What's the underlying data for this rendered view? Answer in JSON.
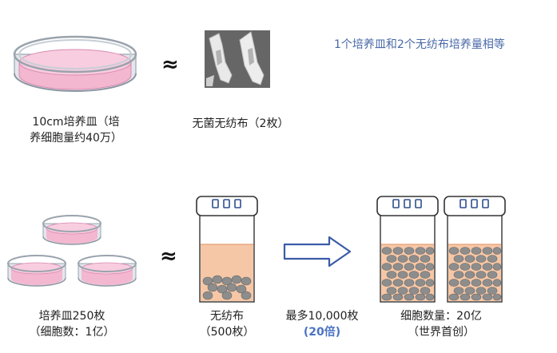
{
  "top_row": {
    "dish_caption_line1": "10cm培养皿（培",
    "dish_caption_line2": "养细胞量约40万）",
    "approx_symbol": "≈",
    "fabric_caption": "无菌无纺布（2枚）",
    "note": "1个培养皿和2个无纺布培养量相等"
  },
  "bottom_row": {
    "dishes_caption_line1": "培养皿250枚",
    "dishes_caption_line2": "（细胞数：1亿）",
    "approx_symbol": "≈",
    "bottle_caption_line1": "无纺布",
    "bottle_caption_line2": "（500枚）",
    "arrow_caption_line1": "最多10,000枚",
    "arrow_caption_line2": "(20倍)",
    "result_caption_line1": "细胞数量：20亿",
    "result_caption_line2": "（世界首创）"
  },
  "colors": {
    "dish_pink": "#f3b7d0",
    "dish_rim": "#cfd5dd",
    "medium_orange": "#f6c7a6",
    "arrow_fill": "#ffffff",
    "arrow_stroke": "#3a5ba8",
    "note_text": "#4a69a8"
  }
}
